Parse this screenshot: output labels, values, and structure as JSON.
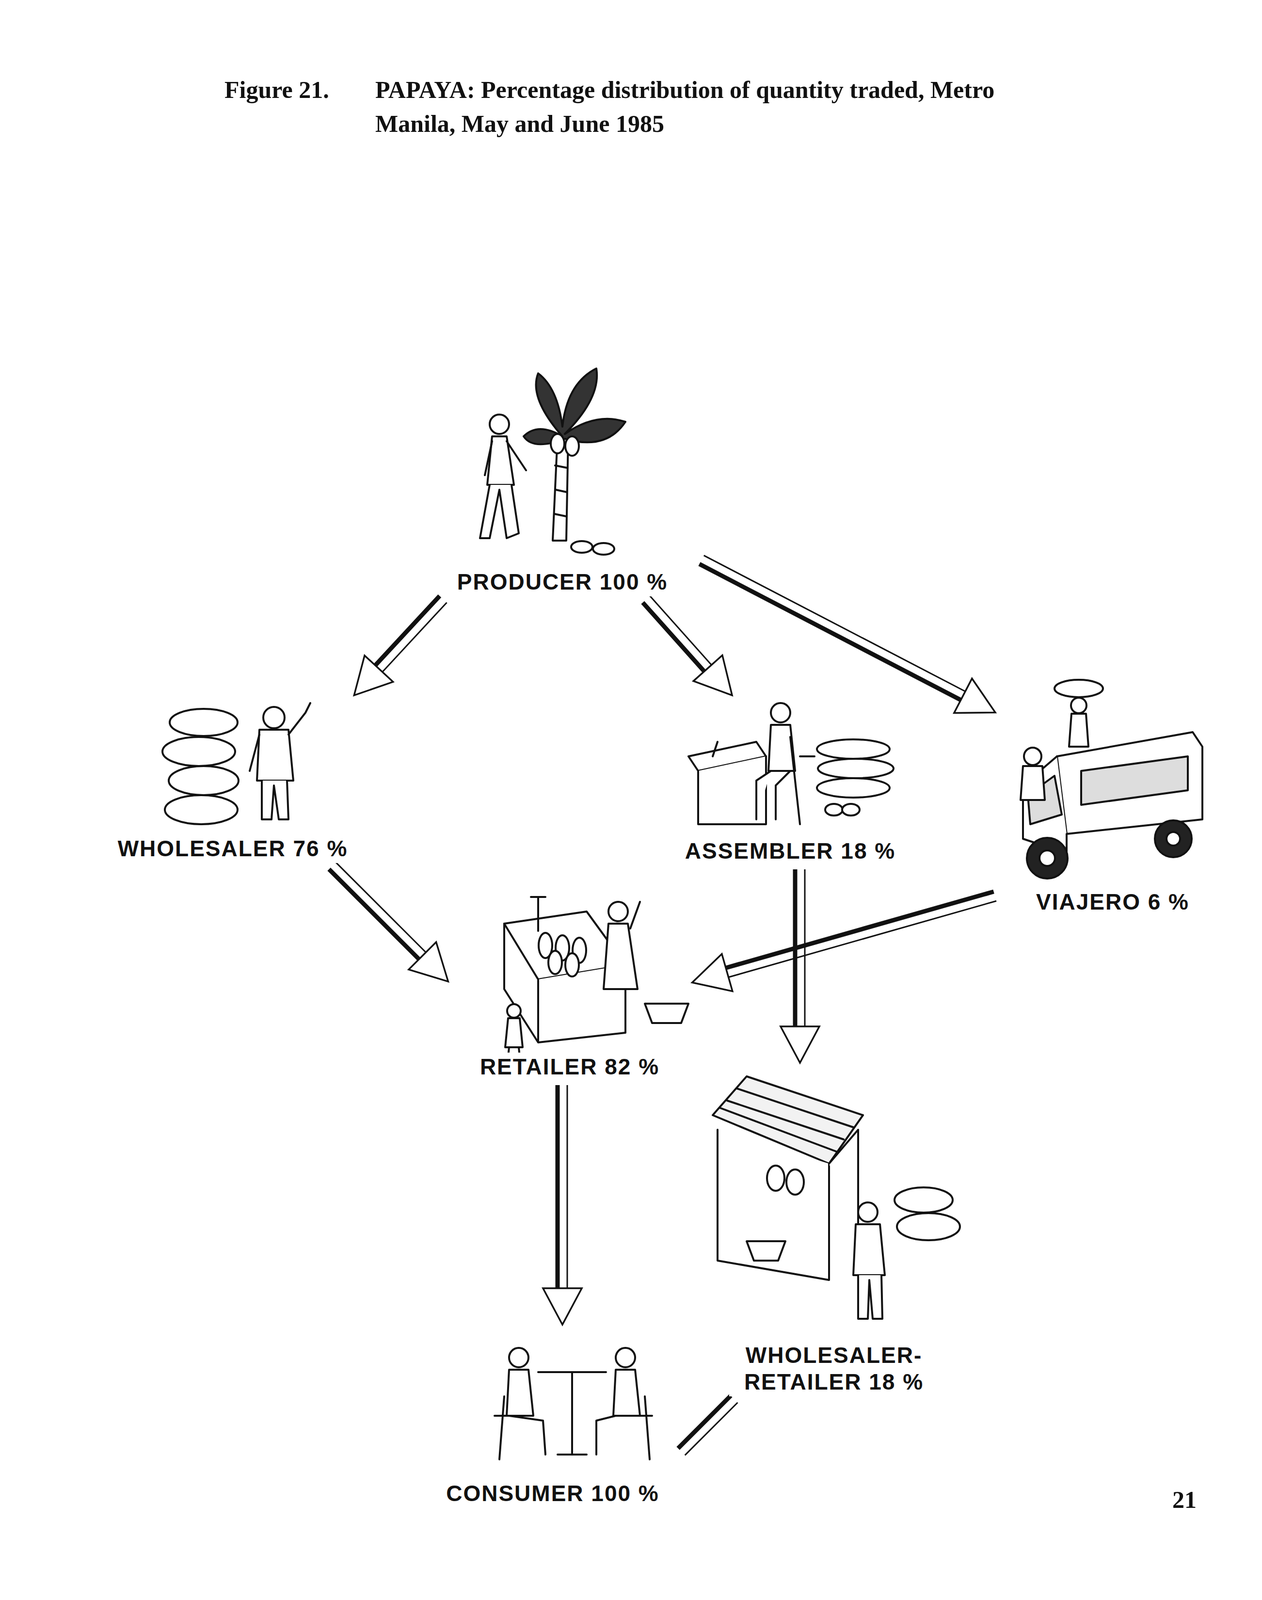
{
  "diagram": {
    "title": "PAPAYA: Percentage distribution of quantity traded, Metro Manila, May and June 1985",
    "nodes": [
      {
        "text": [
          "PRODUCER 100 %"
        ]
      },
      {
        "text": [
          "WHOLESALER 76 %"
        ]
      },
      {
        "text": [
          "ASSEMBLER 18 %"
        ]
      },
      {
        "text": [
          "VIAJERO 6 %"
        ]
      },
      {
        "text": [
          "RETAILER 82 %"
        ]
      },
      {
        "text": [
          "WHOLESALER- RETAILER 18 %"
        ]
      },
      {
        "text": [
          "CONSUMER 100 %"
        ]
      }
    ],
    "edges": [
      {
        "from": 0,
        "to": 1,
        "arrow": "to"
      },
      {
        "from": 0,
        "to": 2,
        "arrow": "to"
      },
      {
        "from": 0,
        "to": 3,
        "arrow": "to"
      },
      {
        "from": 1,
        "to": 4,
        "arrow": "to"
      },
      {
        "from": 3,
        "to": 4,
        "arrow": "to"
      },
      {
        "from": 2,
        "to": 5,
        "arrow": "to"
      },
      {
        "from": 4,
        "to": 6,
        "arrow": "to"
      },
      {
        "from": 5,
        "to": 6,
        "arrow": "none"
      }
    ],
    "labels": [
      "Figure 21.",
      "21"
    ]
  }
}
